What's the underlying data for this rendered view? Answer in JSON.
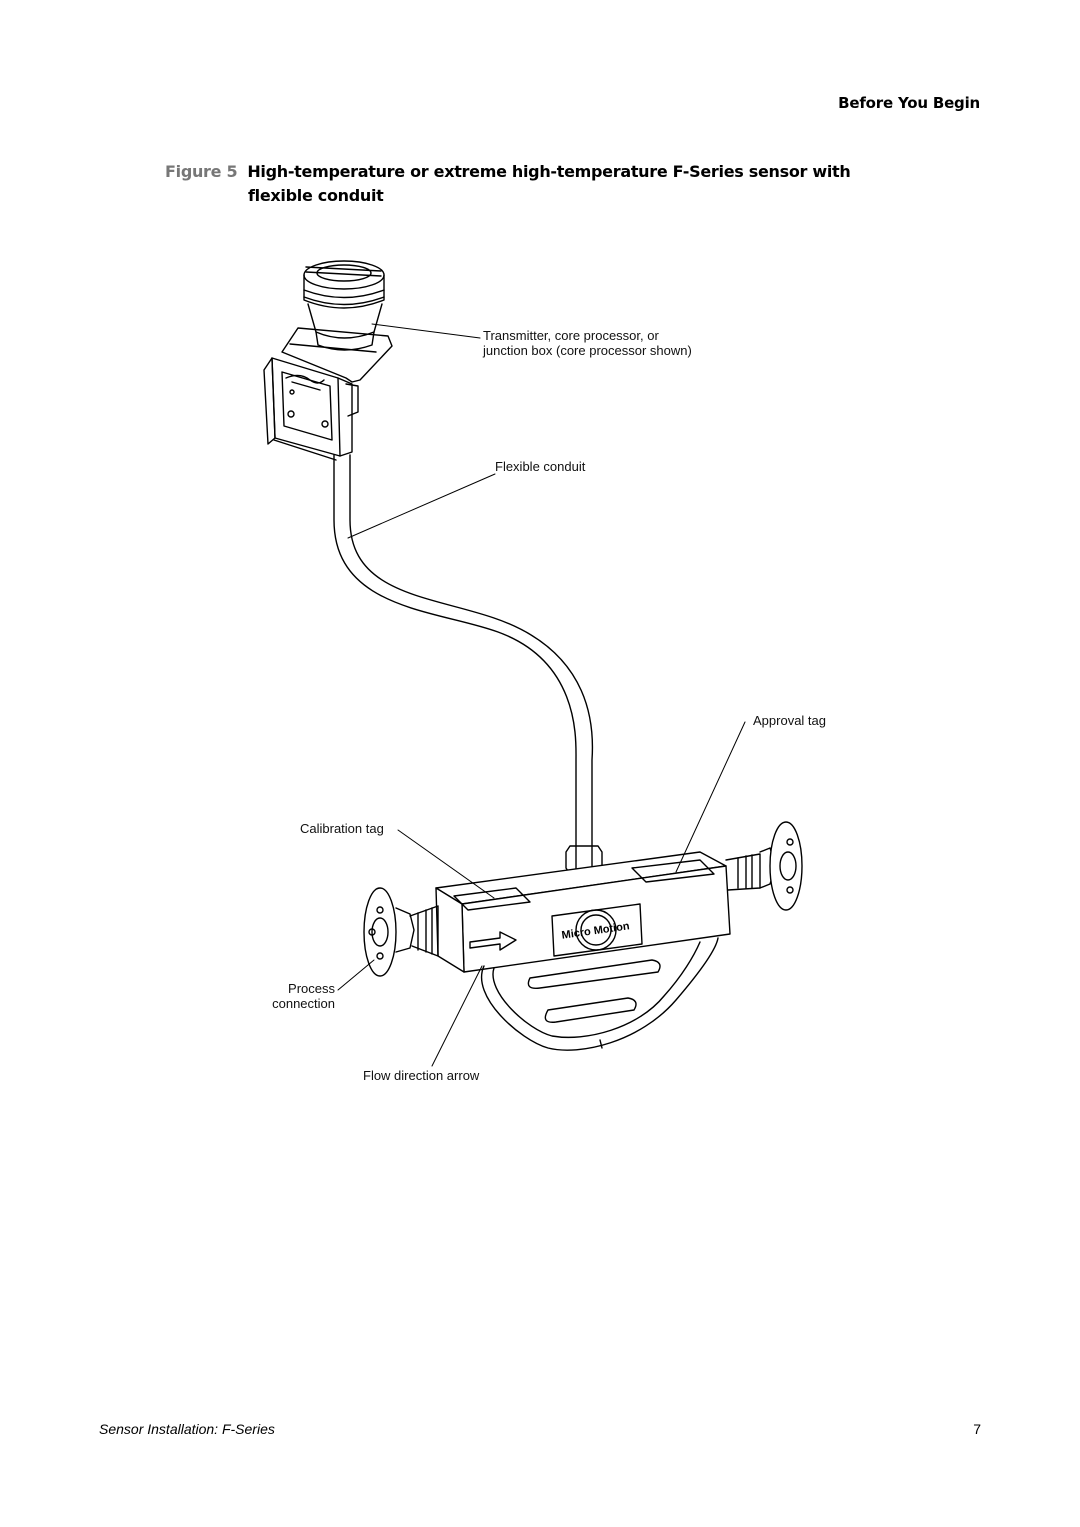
{
  "header": {
    "section": "Before You Begin"
  },
  "figure": {
    "number": "Figure 5",
    "title_line1": "High-temperature or extreme high-temperature F-Series sensor with",
    "title_line2": "flexible conduit",
    "logo_text": "Micro Motion",
    "labels": {
      "transmitter": "Transmitter, core processor, or junction box (core processor shown)",
      "flexible_conduit": "Flexible conduit",
      "approval_tag": "Approval tag",
      "calibration_tag": "Calibration tag",
      "process_connection": "Process connection",
      "flow_direction_arrow": "Flow direction arrow"
    }
  },
  "footer": {
    "doc_title": "Sensor Installation: F-Series",
    "page_number": "7"
  }
}
